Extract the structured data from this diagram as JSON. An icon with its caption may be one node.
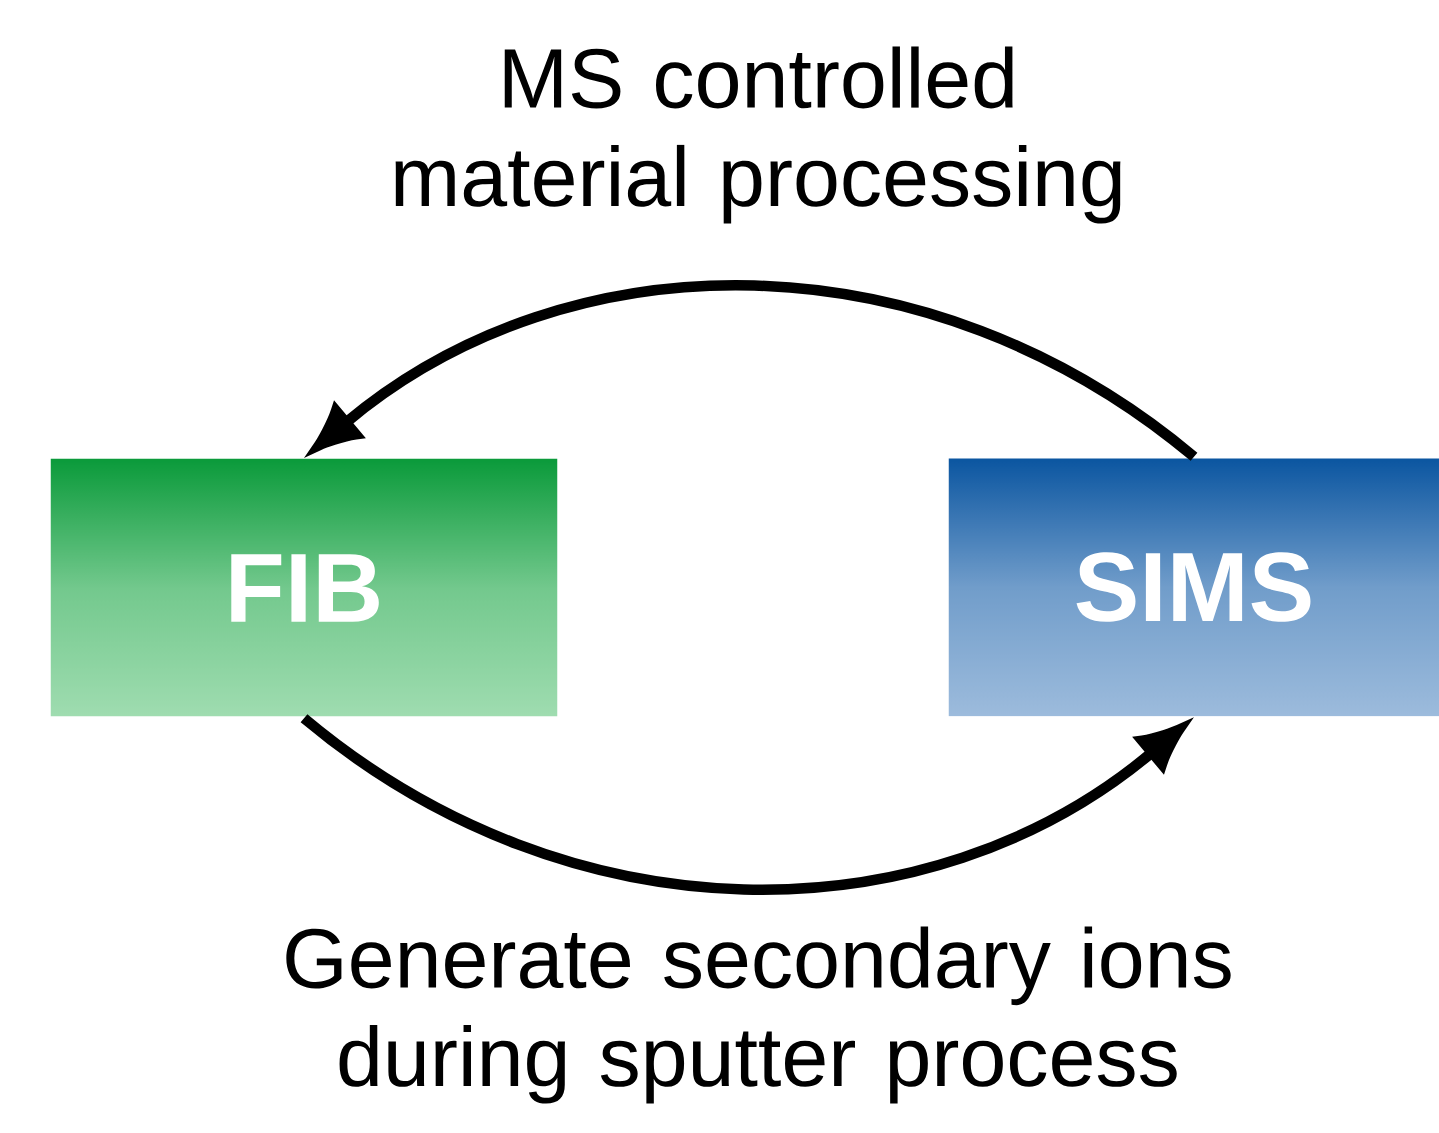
{
  "diagram": {
    "nodes": [
      {
        "text": [
          "FIB"
        ]
      },
      {
        "text": [
          "SIMS"
        ]
      }
    ],
    "edges": [
      {
        "from": 1,
        "to": 0,
        "arrow": "to",
        "label": "MS controlled material processing"
      },
      {
        "from": 0,
        "to": 1,
        "arrow": "to",
        "label": "Generate secondary ions during sputter process"
      }
    ]
  }
}
